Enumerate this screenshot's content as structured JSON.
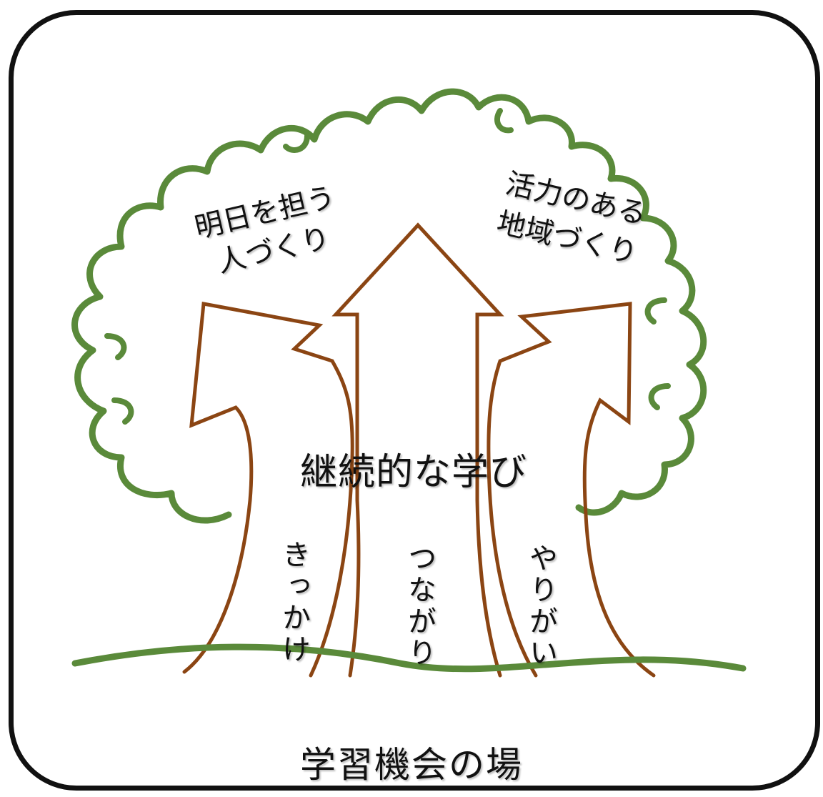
{
  "goals": {
    "left_line1": "明日を担う",
    "left_line2": "人づくり",
    "right_line1": "活力のある",
    "right_line2": "地域づくり"
  },
  "trunk": {
    "center_label": "継続的な学び"
  },
  "branches": {
    "left": "きっかけ",
    "middle": "つながり",
    "right": "やりがい"
  },
  "ground": {
    "label": "学習機会の場"
  },
  "colors": {
    "foliage": "#5a8a3a",
    "trunk": "#8b4513",
    "ground": "#5a8a3a",
    "frame": "#111111"
  }
}
